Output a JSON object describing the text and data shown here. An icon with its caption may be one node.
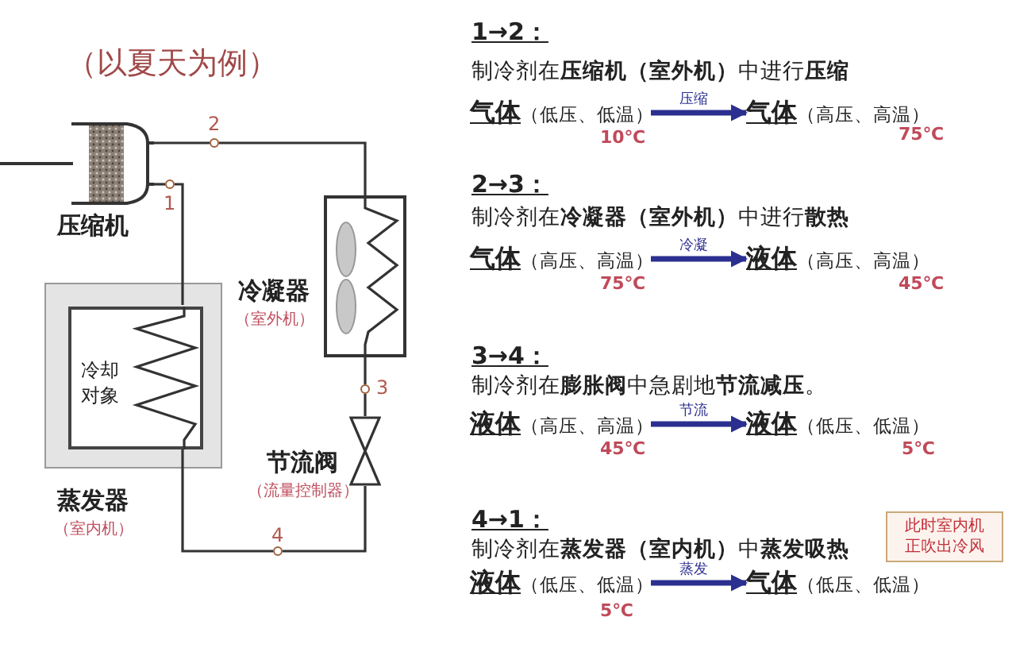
{
  "diagram": {
    "title": "（以夏天为例）",
    "nodes": [
      {
        "text": [],
        "shape": "picture",
        "beside": [
          "压缩机"
        ]
      },
      {
        "text": [],
        "shape": "circle",
        "beside": [
          "2"
        ]
      },
      {
        "text": [],
        "shape": "circle",
        "beside": [
          "1"
        ]
      },
      {
        "text": [],
        "shape": "box",
        "beside": [
          "冷凝器",
          "（室外机）"
        ]
      },
      {
        "text": [],
        "shape": "box",
        "beside": [
          "蒸发器",
          "（室内机）"
        ]
      },
      {
        "text": [
          "冷却对象"
        ],
        "in": 4
      },
      {
        "text": [],
        "shape": "circle",
        "beside": [
          "3"
        ]
      },
      {
        "text": [],
        "shape": "valve",
        "beside": [
          "节流阀",
          "（流量控制器）"
        ]
      },
      {
        "text": [],
        "shape": "circle",
        "beside": [
          "4"
        ]
      },
      {
        "text": [
          "气体",
          "（低压、低温）"
        ],
        "beside": [
          "10℃"
        ]
      },
      {
        "text": [
          "气体",
          "（高压、高温）"
        ],
        "beside": [
          "75℃"
        ]
      },
      {
        "text": [
          "气体",
          "（高压、高温）"
        ],
        "beside": [
          "75℃"
        ]
      },
      {
        "text": [
          "液体",
          "（高压、高温）"
        ],
        "beside": [
          "45℃"
        ]
      },
      {
        "text": [
          "液体",
          "（高压、高温）"
        ],
        "beside": [
          "45℃"
        ]
      },
      {
        "text": [
          "液体",
          "（低压、低温）"
        ],
        "beside": [
          "5℃"
        ]
      },
      {
        "text": [
          "此时室内机正吹出冷风"
        ]
      },
      {
        "text": [
          "液体",
          "（低压、低温）"
        ],
        "beside": [
          "5℃"
        ]
      },
      {
        "text": [
          "气体",
          "（低压、低温）"
        ]
      }
    ],
    "edges": [
      {
        "from": 0,
        "to": 1,
        "arrow": "none"
      },
      {
        "from": 1,
        "to": 3,
        "arrow": "none"
      },
      {
        "from": 3,
        "to": 6,
        "arrow": "none"
      },
      {
        "from": 6,
        "to": 7,
        "arrow": "none"
      },
      {
        "from": 7,
        "to": 8,
        "arrow": "none"
      },
      {
        "from": 8,
        "to": 4,
        "arrow": "none"
      },
      {
        "from": 4,
        "to": 2,
        "arrow": "none"
      },
      {
        "from": 2,
        "to": 0,
        "arrow": "none"
      },
      {
        "from": 9,
        "to": 10,
        "arrow": "to",
        "label": "压缩",
        "style": "thick",
        "color": "#2b2f8f"
      },
      {
        "from": 11,
        "to": 12,
        "arrow": "to",
        "label": "冷凝",
        "style": "thick",
        "color": "#2b2f8f"
      },
      {
        "from": 13,
        "to": 14,
        "arrow": "to",
        "label": "节流",
        "style": "thick",
        "color": "#2b2f8f"
      },
      {
        "from": 16,
        "to": 17,
        "arrow": "to",
        "label": "蒸发",
        "style": "thick",
        "color": "#2b2f8f"
      }
    ],
    "labels": [
      "1→2：",
      "制冷剂在**压缩机（室外机）**中进行**压缩**",
      "2→3：",
      "制冷剂在**冷凝器（室外机）**中进行**散热**",
      "3→4：",
      "制冷剂在**膨胀阀**中急剧地**节流减压**。",
      "4→1：",
      "制冷剂在**蒸发器（室内机）**中**蒸发吸热**"
    ]
  }
}
